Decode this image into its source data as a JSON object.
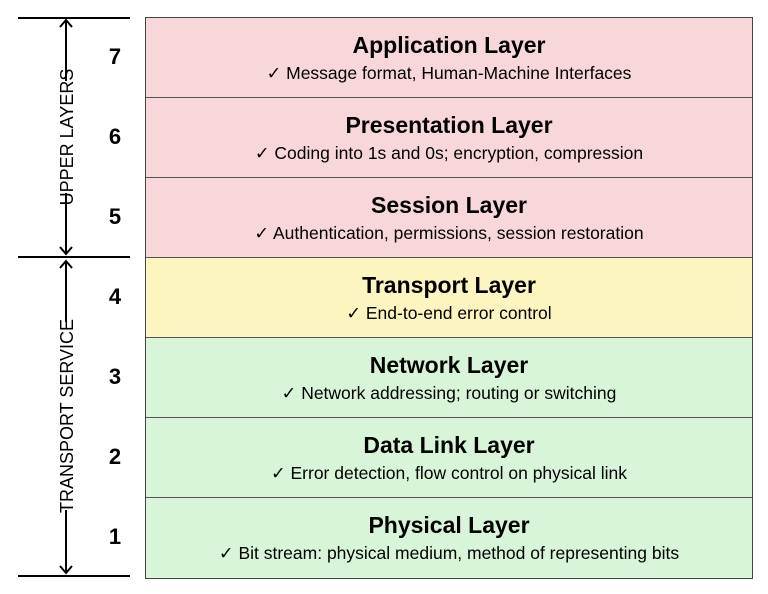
{
  "groups": {
    "upper": "UPPER LAYERS",
    "transport": "TRANSPORT SERVICE"
  },
  "check_mark": "✓",
  "colors": {
    "upper": "#f8d7da",
    "transport": "#fdf5c0",
    "lower": "#d9f5d9"
  },
  "layers": [
    {
      "number": "7",
      "title": "Application Layer",
      "desc": "Message format, Human-Machine Interfaces",
      "group": "upper"
    },
    {
      "number": "6",
      "title": "Presentation Layer",
      "desc": "Coding into 1s and 0s; encryption, compression",
      "group": "upper"
    },
    {
      "number": "5",
      "title": "Session Layer",
      "desc": "Authentication, permissions, session restoration",
      "group": "upper"
    },
    {
      "number": "4",
      "title": "Transport Layer",
      "desc": "End-to-end error control",
      "group": "transport"
    },
    {
      "number": "3",
      "title": "Network Layer",
      "desc": "Network addressing; routing or switching",
      "group": "lower"
    },
    {
      "number": "2",
      "title": "Data Link Layer",
      "desc": "Error detection, flow control on physical link",
      "group": "lower"
    },
    {
      "number": "1",
      "title": "Physical Layer",
      "desc": "Bit stream: physical medium, method of representing bits",
      "group": "lower"
    }
  ]
}
